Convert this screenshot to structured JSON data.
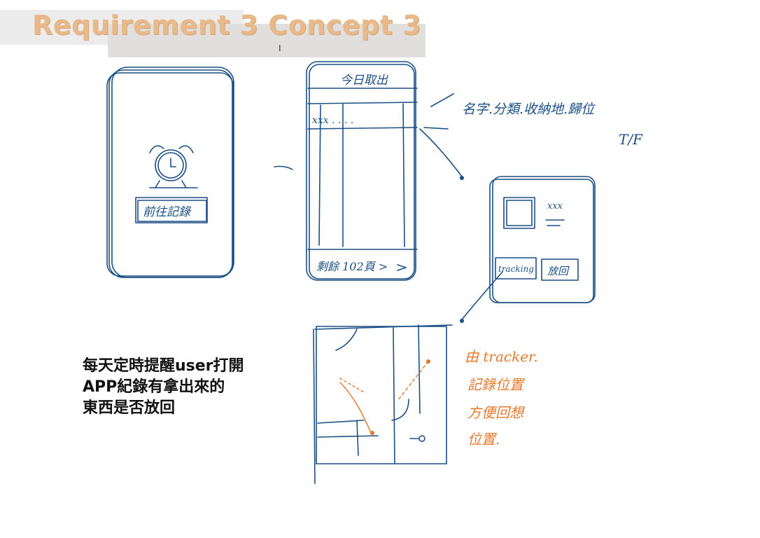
{
  "title": "Requirement 3 Concept 3",
  "cursor_mark": "I",
  "description": {
    "line1": "每天定時提醒user打開",
    "line2": "APP紀錄有拿出來的",
    "line3": "東西是否放回"
  },
  "sketch": {
    "phone1_button": "前往記錄",
    "phone2_header": "今日取出",
    "phone2_row": "xxx . . . .",
    "phone2_footer": "剩餘 102頁 >",
    "annotation_fields": "名字.分類.收納地.歸位",
    "annotation_tf": "T/F",
    "detail_name": "xxx",
    "detail_btn_tracking": "tracking",
    "detail_btn_return": "放回",
    "tracker_note": {
      "line1": "由 tracker.",
      "line2": "記錄位置",
      "line3": "方便回想",
      "line4": "位置."
    }
  },
  "colors": {
    "ink": "#1b4f86",
    "accent": "#e8772a",
    "title": "#e8b98a"
  }
}
